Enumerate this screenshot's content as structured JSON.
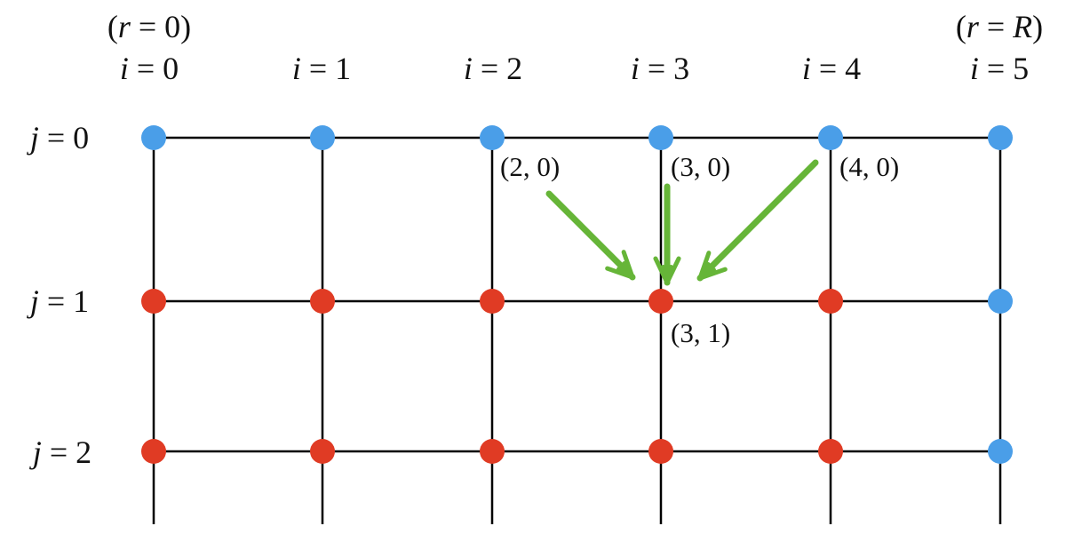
{
  "colors": {
    "boundary_node": "#4a9ee8",
    "interior_node": "#e03b24",
    "arrow": "#66b538",
    "line": "#000000"
  },
  "column_labels": [
    {
      "italic": "i",
      "rest": " = 0"
    },
    {
      "italic": "i",
      "rest": " = 1"
    },
    {
      "italic": "i",
      "rest": " = 2"
    },
    {
      "italic": "i",
      "rest": " = 3"
    },
    {
      "italic": "i",
      "rest": " = 4"
    },
    {
      "italic": "i",
      "rest": " = 5"
    }
  ],
  "row_labels": [
    {
      "italic": "j",
      "rest": " = 0"
    },
    {
      "italic": "j",
      "rest": " = 1"
    },
    {
      "italic": "j",
      "rest": " = 2"
    }
  ],
  "boundary_labels": {
    "left": {
      "open": "(",
      "italic": "r",
      "rest": " = 0)"
    },
    "right": {
      "open": "(",
      "italic": "r",
      "eq": " = ",
      "italic2": "R",
      "close": ")"
    }
  },
  "nodes": [
    [
      "boundary",
      "boundary",
      "boundary",
      "boundary",
      "boundary",
      "boundary"
    ],
    [
      "interior",
      "interior",
      "interior",
      "interior",
      "interior",
      "boundary"
    ],
    [
      "interior",
      "interior",
      "interior",
      "interior",
      "interior",
      "boundary"
    ]
  ],
  "point_labels": [
    {
      "text": "(2, 0)",
      "i": 2,
      "j": 0
    },
    {
      "text": "(3, 0)",
      "i": 3,
      "j": 0
    },
    {
      "text": "(4, 0)",
      "i": 4,
      "j": 0
    },
    {
      "text": "(3, 1)",
      "i": 3,
      "j": 1
    }
  ],
  "stencil": {
    "target": {
      "i": 3,
      "j": 1
    },
    "sources": [
      {
        "i": 2,
        "j": 0
      },
      {
        "i": 3,
        "j": 0
      },
      {
        "i": 4,
        "j": 0
      }
    ]
  }
}
